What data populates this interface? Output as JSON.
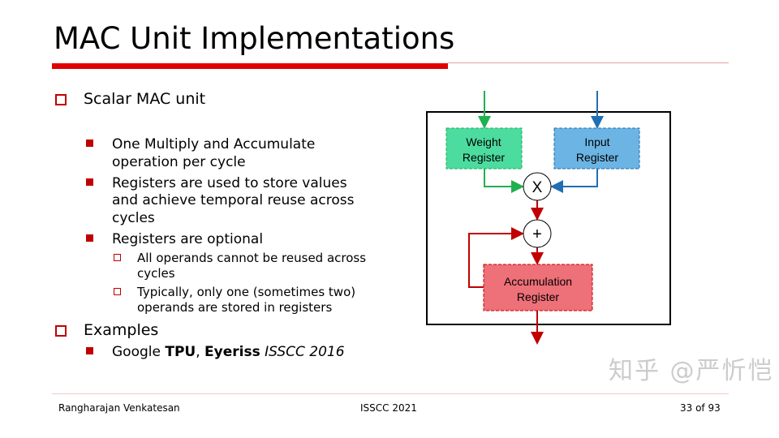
{
  "title": "MAC Unit Implementations",
  "bullets": {
    "scalar": "Scalar MAC unit",
    "s1a": "One Multiply and Accumulate",
    "s1b": "operation per cycle",
    "s2a": "Registers are used to store values",
    "s2b": "and achieve temporal reuse across",
    "s2c": "cycles",
    "s3": "Registers are optional",
    "s3aa": "All operands cannot be reused across",
    "s3ab": "cycles",
    "s3ba": "Typically, only one (sometimes two)",
    "s3bb": "operands are stored in registers",
    "examples": "Examples",
    "ex_pre": "Google ",
    "ex_tpu": "TPU",
    "ex_comma": ", ",
    "ex_eyeriss": "Eyeriss",
    "ex_venue": " ISSCC 2016"
  },
  "diagram": {
    "weight": [
      "Weight",
      "Register"
    ],
    "input": [
      "Input",
      "Register"
    ],
    "mult": "X",
    "add": "+",
    "acc": [
      "Accumulation",
      "Register"
    ],
    "colors": {
      "weight": "#4cdca0",
      "input": "#6cb4e4",
      "acc": "#ee7078",
      "green": "#20b050",
      "blue": "#1f6fb4",
      "red": "#c00000"
    }
  },
  "footer": {
    "author": "Rangharajan Venkatesan",
    "conf": "ISSCC 2021",
    "page": "33 of 93"
  },
  "watermark": "知乎 @严忻恺"
}
